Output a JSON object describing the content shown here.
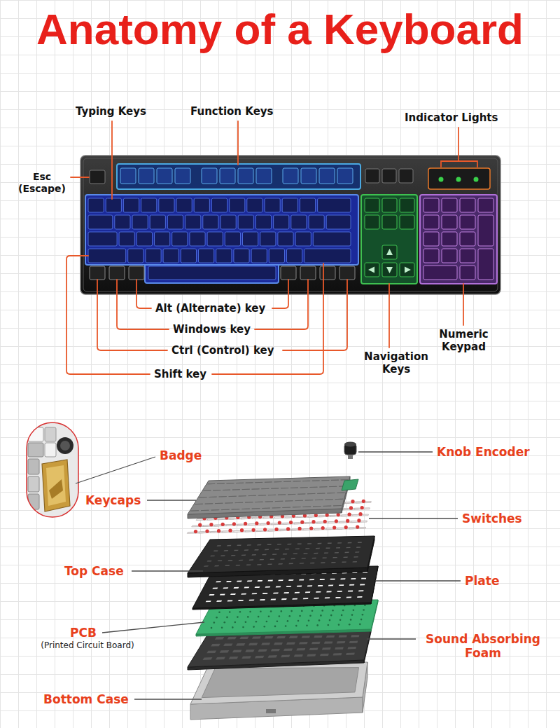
{
  "diagram": {
    "title": "Anatomy of a Keyboard",
    "labels": [
      "Typing Keys",
      "Function Keys",
      "Indicator Lights",
      "Esc (Escape)",
      "Alt (Alternate) key",
      "Windows key",
      "Ctrl (Control) key",
      "Shift key",
      "Navigation Keys",
      "Numeric Keypad",
      "Badge",
      "Knob Encoder",
      "Keycaps",
      "Switches",
      "Top Case",
      "Plate",
      "PCB",
      "(Printed Circuit Board)",
      "Sound Absorbing Foam",
      "Bottom Case"
    ]
  }
}
